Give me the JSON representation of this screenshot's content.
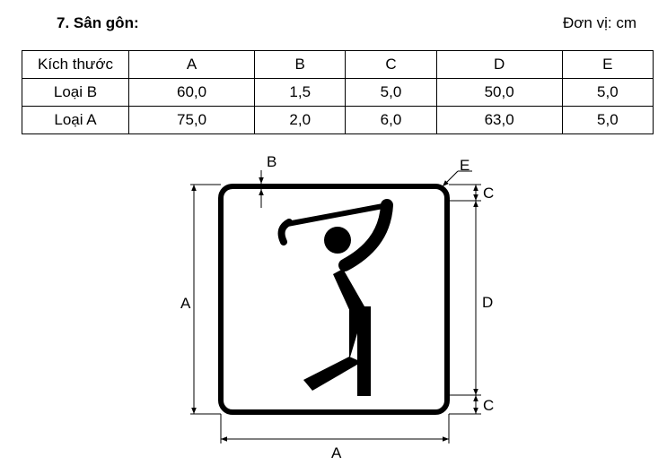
{
  "title": "7. Sân gôn:",
  "unit": "Đơn vị: cm",
  "table": {
    "headers": [
      "Kích thước",
      "A",
      "B",
      "C",
      "D",
      "E"
    ],
    "rows": [
      [
        "Loại B",
        "60,0",
        "1,5",
        "5,0",
        "50,0",
        "5,0"
      ],
      [
        "Loại A",
        "75,0",
        "2,0",
        "6,0",
        "63,0",
        "5,0"
      ]
    ]
  },
  "diagram": {
    "icon": "golfer-icon",
    "labels": {
      "a_left": "A",
      "a_bottom": "A",
      "b": "B",
      "c_top": "C",
      "c_bottom": "C",
      "d": "D",
      "e": "E"
    }
  }
}
